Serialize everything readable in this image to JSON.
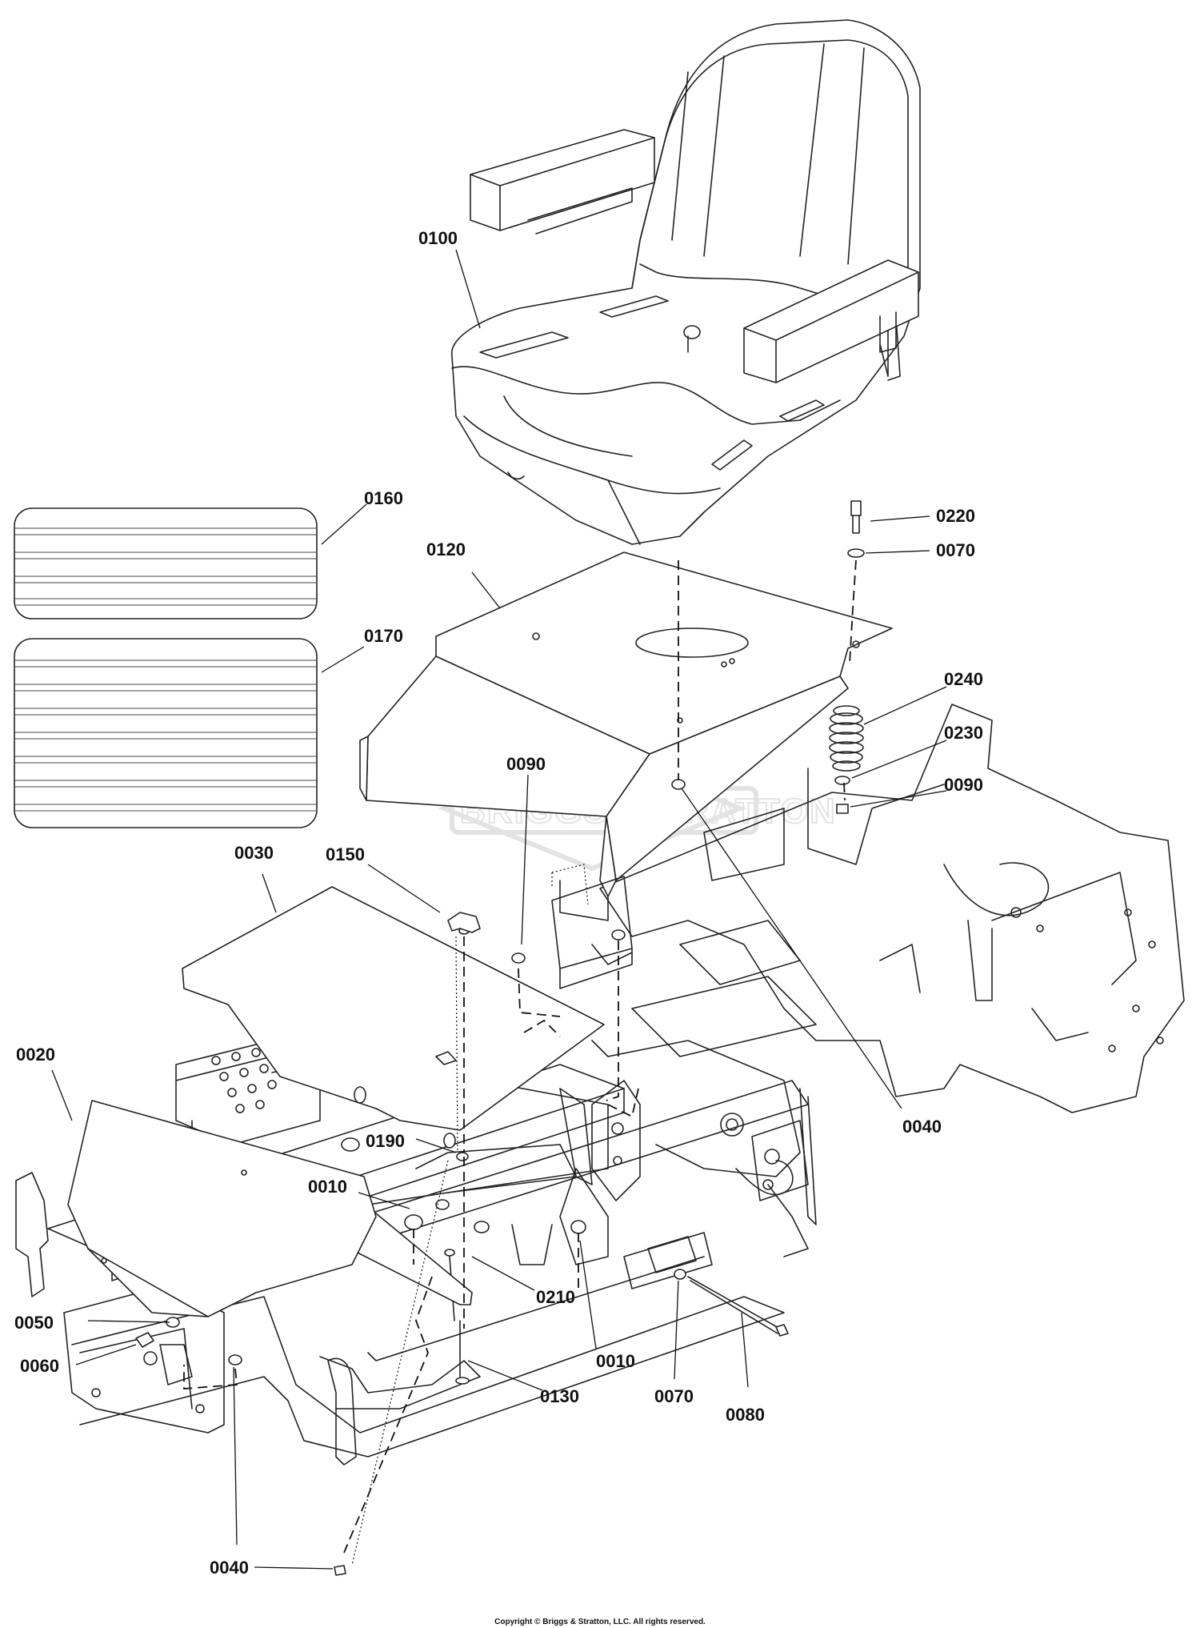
{
  "diagram": {
    "callouts": [
      {
        "id": "0100",
        "text": "0100"
      },
      {
        "id": "0160",
        "text": "0160"
      },
      {
        "id": "0120",
        "text": "0120"
      },
      {
        "id": "0220",
        "text": "0220"
      },
      {
        "id": "0070a",
        "text": "0070"
      },
      {
        "id": "0170",
        "text": "0170"
      },
      {
        "id": "0240",
        "text": "0240"
      },
      {
        "id": "0230",
        "text": "0230"
      },
      {
        "id": "0090a",
        "text": "0090"
      },
      {
        "id": "0090b",
        "text": "0090"
      },
      {
        "id": "0030",
        "text": "0030"
      },
      {
        "id": "0150",
        "text": "0150"
      },
      {
        "id": "0020",
        "text": "0020"
      },
      {
        "id": "0040a",
        "text": "0040"
      },
      {
        "id": "0190",
        "text": "0190"
      },
      {
        "id": "0010a",
        "text": "0010"
      },
      {
        "id": "0210",
        "text": "0210"
      },
      {
        "id": "0050",
        "text": "0050"
      },
      {
        "id": "0010b",
        "text": "0010"
      },
      {
        "id": "0060",
        "text": "0060"
      },
      {
        "id": "0130",
        "text": "0130"
      },
      {
        "id": "0070b",
        "text": "0070"
      },
      {
        "id": "0080",
        "text": "0080"
      },
      {
        "id": "0040b",
        "text": "0040"
      }
    ],
    "watermark": "BRIGGS&STRATTON",
    "copyright": "Copyright © Briggs & Stratton, LLC. All rights reserved."
  }
}
